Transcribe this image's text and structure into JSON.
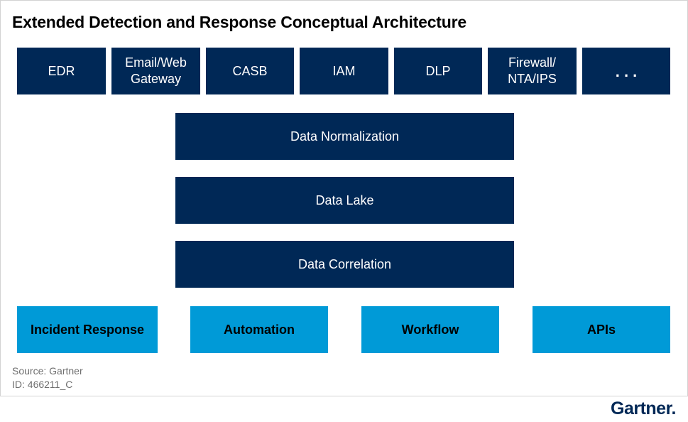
{
  "title": "Extended Detection and Response Conceptual Architecture",
  "sources": [
    {
      "label": "EDR"
    },
    {
      "label": "Email/Web\nGateway"
    },
    {
      "label": "CASB"
    },
    {
      "label": "IAM"
    },
    {
      "label": "DLP"
    },
    {
      "label": "Firewall/\nNTA/IPS"
    },
    {
      "label": ". . ."
    }
  ],
  "layers": [
    {
      "label": "Data Normalization"
    },
    {
      "label": "Data Lake"
    },
    {
      "label": "Data Correlation"
    }
  ],
  "outputs": [
    {
      "label": "Incident Response"
    },
    {
      "label": "Automation"
    },
    {
      "label": "Workflow"
    },
    {
      "label": "APIs"
    }
  ],
  "source_note": "Source: Gartner",
  "id_note": "ID: 466211_C",
  "logo": "Gartner",
  "colors": {
    "dark": "#002856",
    "light": "#009ad7"
  }
}
